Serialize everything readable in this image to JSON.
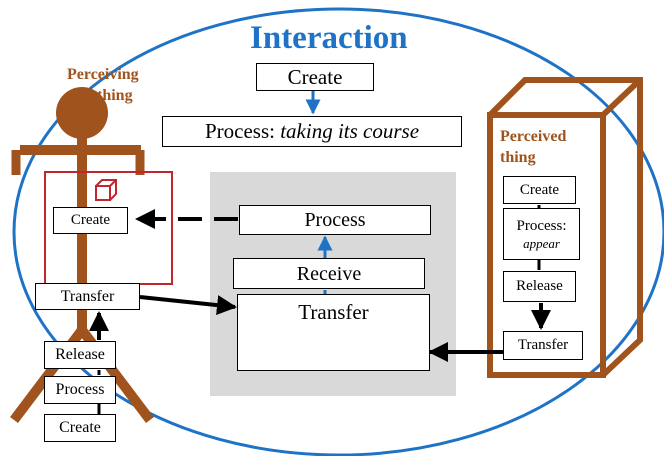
{
  "title": "Interaction",
  "perceiving_thing_label": [
    "Perceiving",
    "thing"
  ],
  "perceived_thing_label": [
    "Perceived",
    "thing"
  ],
  "top": {
    "create": "Create",
    "process_prefix": "Process: ",
    "process_italic": "taking its course"
  },
  "perceiver": {
    "create_top": "Create",
    "transfer": "Transfer",
    "release": "Release",
    "process": "Process",
    "create_bottom": "Create"
  },
  "center": {
    "process": "Process",
    "receive": "Receive",
    "transfer": "Transfer"
  },
  "perceived": {
    "create": "Create",
    "process_line1": "Process:",
    "process_line2": "appear",
    "release": "Release",
    "transfer": "Transfer"
  },
  "colors": {
    "ellipse": "#1f73c6",
    "title": "#1f73c6",
    "brown": "#a0531c",
    "red_box": "#c0262c",
    "gray_panel": "#d9d9d9",
    "blue_arrow": "#1f73c6"
  }
}
